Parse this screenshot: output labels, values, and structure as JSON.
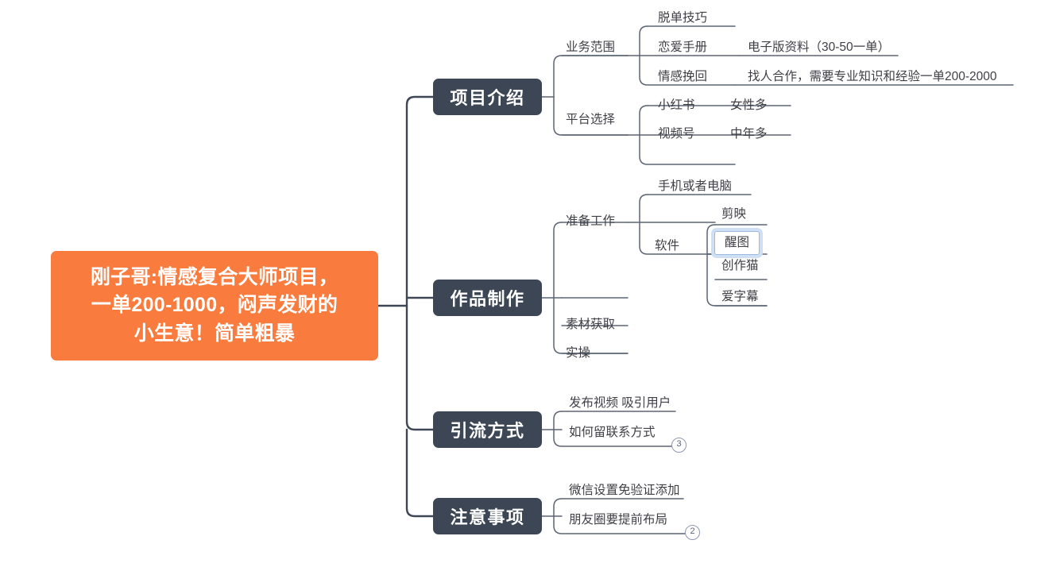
{
  "app": {
    "type": "mind-map",
    "background": "#ffffff",
    "root_color": "#F97B3D",
    "branch_color": "#3C4654",
    "line_color": "#6b7280",
    "selection_color": "#cfe0f5"
  },
  "root": {
    "lines": [
      "刚子哥:情感复合大师项目，",
      "一单200-1000，闷声发财的",
      "小生意！简单粗暴"
    ],
    "text": "刚子哥:情感复合大师项目，一单200-1000，闷声发财的小生意！简单粗暴"
  },
  "branches": [
    {
      "label": "项目介绍",
      "children": [
        {
          "label": "业务范围",
          "children": [
            {
              "label": "脱单技巧",
              "children": []
            },
            {
              "label": "恋爱手册",
              "children": [
                {
                  "label": "电子版资料（30-50一单）"
                }
              ]
            },
            {
              "label": "情感挽回",
              "children": [
                {
                  "label": "找人合作，需要专业知识和经验"
                },
                {
                  "label": "一单200-2000"
                }
              ]
            }
          ]
        },
        {
          "label": "平台选择",
          "children": [
            {
              "label": "小红书",
              "children": [
                {
                  "label": "女性多"
                }
              ]
            },
            {
              "label": "视频号",
              "children": [
                {
                  "label": "中年多"
                }
              ]
            }
          ]
        }
      ]
    },
    {
      "label": "作品制作",
      "children": [
        {
          "label": "准备工作",
          "children": [
            {
              "label": "手机或者电脑",
              "children": []
            },
            {
              "label": "软件",
              "children": [
                {
                  "label": "剪映",
                  "selected": false
                },
                {
                  "label": "醒图",
                  "selected": true
                },
                {
                  "label": "创作猫",
                  "selected": false
                },
                {
                  "label": "爱字幕",
                  "selected": false
                }
              ]
            }
          ]
        },
        {
          "label": "素材获取",
          "children": []
        },
        {
          "label": "实操",
          "children": []
        }
      ]
    },
    {
      "label": "引流方式",
      "children": [
        {
          "label": "发布视频 吸引用户",
          "children": []
        },
        {
          "label": "如何留联系方式",
          "collapsed_count": "3"
        }
      ]
    },
    {
      "label": "注意事项",
      "children": [
        {
          "label": "微信设置免验证添加",
          "children": []
        },
        {
          "label": "朋友圈要提前布局",
          "collapsed_count": "2"
        }
      ]
    }
  ],
  "nodes": {
    "b1": "项目介绍",
    "b2": "作品制作",
    "b3": "引流方式",
    "b4": "注意事项",
    "t_yewu": "业务范围",
    "t_tuodan": "脱单技巧",
    "t_lianai": "恋爱手册",
    "t_dianzi": "电子版资料（30-50一单）",
    "t_qinggan": "情感挽回",
    "t_zhaoren": "找人合作，需要专业知识和经验",
    "t_yidan": "一单200-2000",
    "t_pingtai": "平台选择",
    "t_xiaohongshu": "小红书",
    "t_nvxing": "女性多",
    "t_shipin": "视频号",
    "t_zhongnian": "中年多",
    "t_zhunbei": "准备工作",
    "t_shouji": "手机或者电脑",
    "t_ruanjian": "软件",
    "t_jianying": "剪映",
    "t_xingtu": "醒图",
    "t_chuangzuomao": "创作猫",
    "t_aizimu": "爱字幕",
    "t_sucai": "素材获取",
    "t_shicao": "实操",
    "t_fabu": "发布视频 吸引用户",
    "t_ruhe": "如何留联系方式",
    "t_weixin": "微信设置免验证添加",
    "t_pengyouquan": "朋友圈要提前布局",
    "badge3": "3",
    "badge2": "2"
  }
}
